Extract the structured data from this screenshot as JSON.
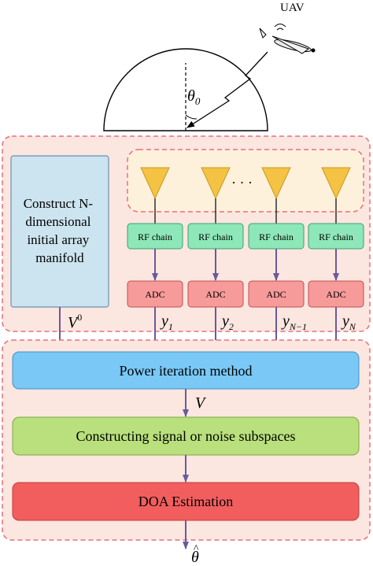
{
  "scene": {
    "uav_label": "UAV",
    "angle_symbol": "θ",
    "angle_subscript": "0"
  },
  "left_box": {
    "lines": [
      "Construct N-",
      "dimensional",
      "initial array",
      "manifold"
    ],
    "output_symbol": "V",
    "output_superscript": "0"
  },
  "antennas": {
    "ellipsis": "· · ·",
    "rf_label": "RF chain",
    "adc_label": "ADC",
    "outputs": [
      {
        "symbol": "y",
        "subscript": "1"
      },
      {
        "symbol": "y",
        "subscript": "2"
      },
      {
        "symbol": "y",
        "subscript": "N−1"
      },
      {
        "symbol": "y",
        "subscript": "N"
      }
    ]
  },
  "pipeline": {
    "power_iteration": "Power iteration method",
    "v_symbol": "V",
    "subspaces": "Constructing signal or noise subspaces",
    "doa": "DOA Estimation",
    "output_symbol": "θ",
    "output_hat": "^"
  },
  "colors": {
    "panel_fill": "#fbe6e0",
    "dashed_border": "#e8707a",
    "antenna_group_fill": "#fdf1dc",
    "antenna_yellow": "#f4c343",
    "left_box_fill": "#cce4ef",
    "rf_fill": "#8de7b8",
    "adc_fill": "#f79a9a",
    "power_fill": "#79c8f6",
    "subspace_fill": "#b9e07c",
    "doa_fill": "#f25e5e",
    "arrow": "#6a5a9a"
  }
}
